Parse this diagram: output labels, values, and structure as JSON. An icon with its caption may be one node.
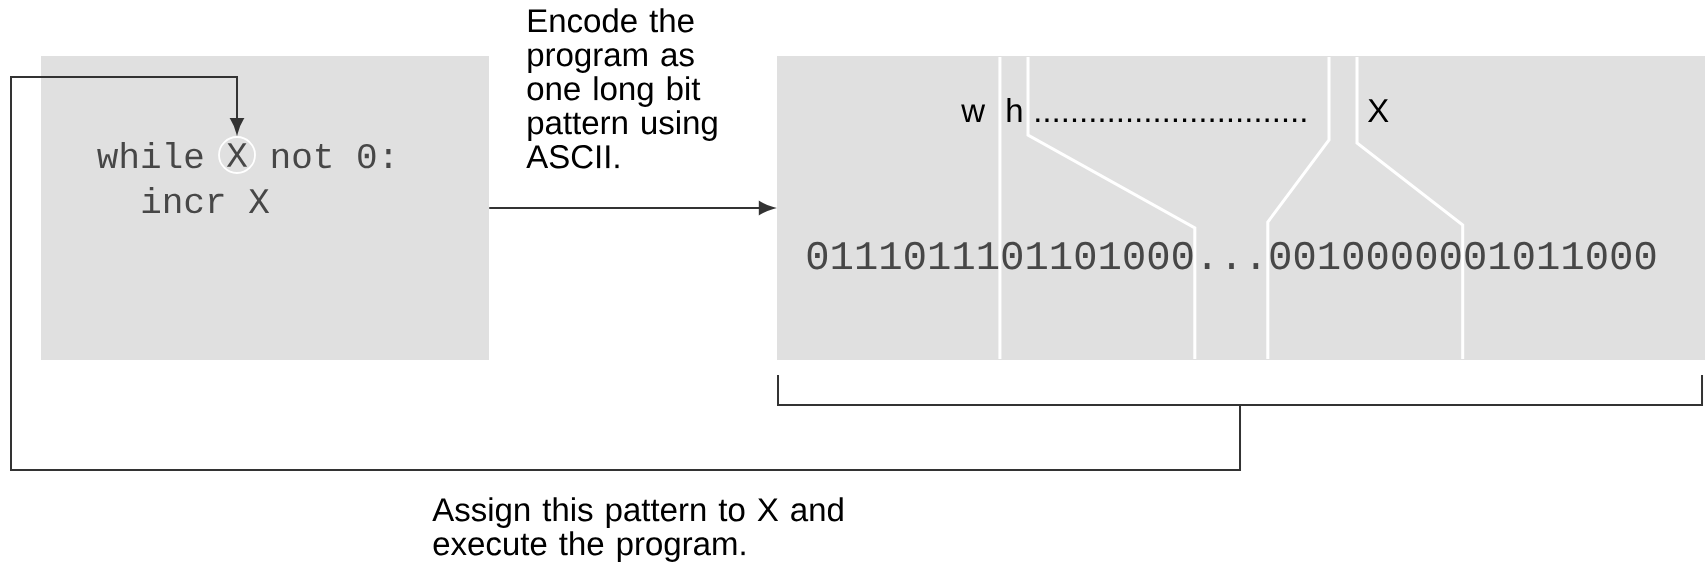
{
  "diagram": {
    "nodes": [
      {
        "text": [
          "while",
          "not 0:",
          "incr X"
        ]
      },
      {
        "text": [
          "X"
        ],
        "in": 0
      },
      {
        "text": [
          "w",
          "h",
          "..............................",
          "X",
          "0111011101101000...0010000001011000"
        ]
      },
      {
        "text": [],
        "shape": "bracket"
      }
    ],
    "edges": [
      {
        "from": 0,
        "to": 2,
        "arrow": "to",
        "label": "Encode the program as one long bit pattern using ASCII."
      },
      {
        "from": 3,
        "to": 1,
        "arrow": "to",
        "label": "Assign this pattern to X and execute the program."
      }
    ]
  }
}
